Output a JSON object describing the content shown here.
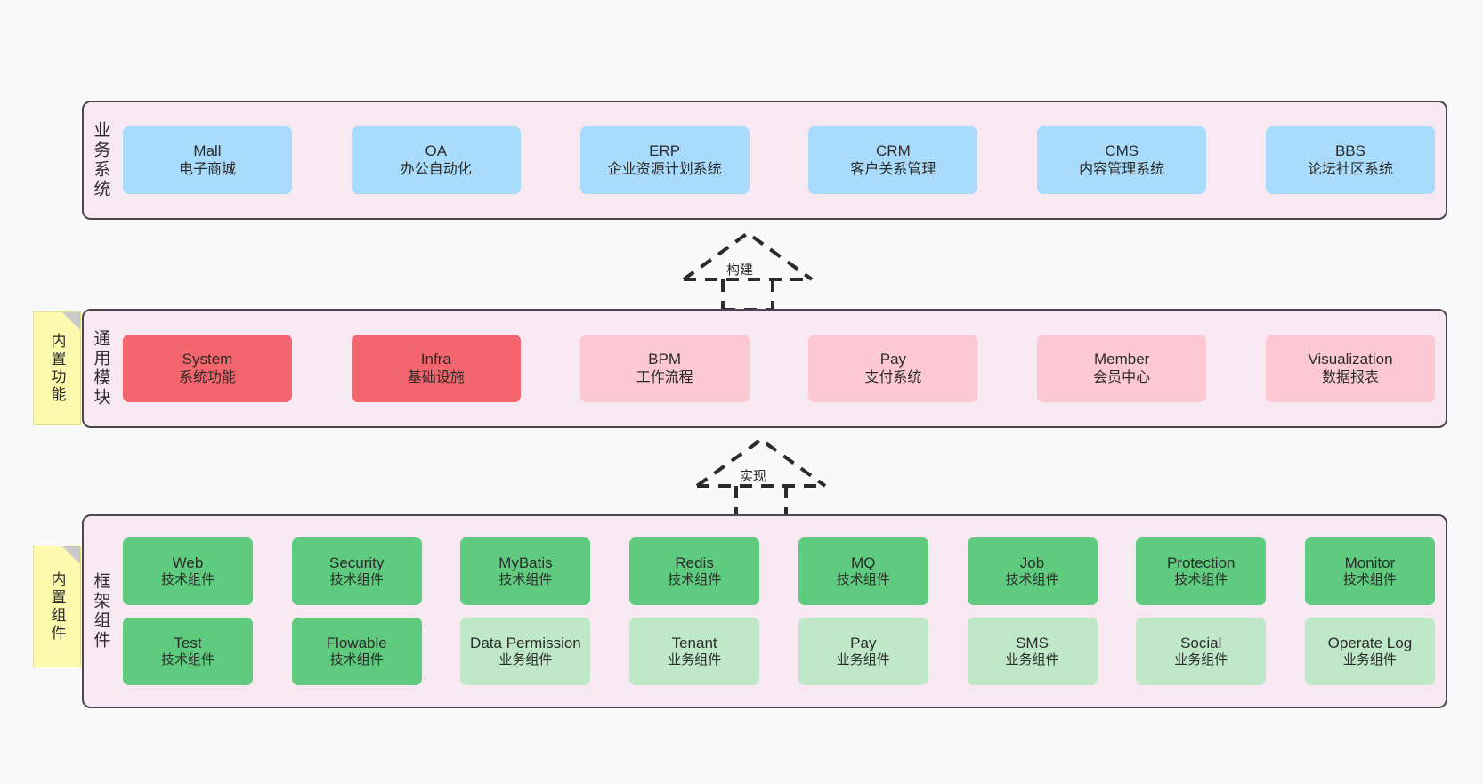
{
  "diagram": {
    "title_hidden": "",
    "layers": [
      {
        "id": "business",
        "title": "业务系统",
        "rows": [
          {
            "cards": [
              {
                "t1": "Mall",
                "t2": "电子商城"
              },
              {
                "t1": "OA",
                "t2": "办公自动化"
              },
              {
                "t1": "ERP",
                "t2": "企业资源计划系统"
              },
              {
                "t1": "CRM",
                "t2": "客户关系管理"
              },
              {
                "t1": "CMS",
                "t2": "内容管理系统"
              },
              {
                "t1": "BBS",
                "t2": "论坛社区系统"
              }
            ]
          }
        ]
      },
      {
        "id": "modules",
        "title": "通用模块",
        "rows": [
          {
            "cards": [
              {
                "t1": "System",
                "t2": "系统功能"
              },
              {
                "t1": "Infra",
                "t2": "基础设施"
              },
              {
                "t1": "BPM",
                "t2": "工作流程"
              },
              {
                "t1": "Pay",
                "t2": "支付系统"
              },
              {
                "t1": "Member",
                "t2": "会员中心"
              },
              {
                "t1": "Visualization",
                "t2": "数据报表"
              }
            ]
          }
        ]
      },
      {
        "id": "framework",
        "title": "框架组件",
        "rows": [
          {
            "cards": [
              {
                "t1": "Web",
                "t2": "技术组件"
              },
              {
                "t1": "Security",
                "t2": "技术组件"
              },
              {
                "t1": "MyBatis",
                "t2": "技术组件"
              },
              {
                "t1": "Redis",
                "t2": "技术组件"
              },
              {
                "t1": "MQ",
                "t2": "技术组件"
              },
              {
                "t1": "Job",
                "t2": "技术组件"
              },
              {
                "t1": "Protection",
                "t2": "技术组件"
              },
              {
                "t1": "Monitor",
                "t2": "技术组件"
              }
            ]
          },
          {
            "cards": [
              {
                "t1": "Test",
                "t2": "技术组件"
              },
              {
                "t1": "Flowable",
                "t2": "技术组件"
              },
              {
                "t1": "Data Permission",
                "t2": "业务组件"
              },
              {
                "t1": "Tenant",
                "t2": "业务组件"
              },
              {
                "t1": "Pay",
                "t2": "业务组件"
              },
              {
                "t1": "SMS",
                "t2": "业务组件"
              },
              {
                "t1": "Social",
                "t2": "业务组件"
              },
              {
                "t1": "Operate Log",
                "t2": "业务组件"
              }
            ]
          }
        ]
      }
    ],
    "notes": [
      {
        "id": "note-modules",
        "label": "内置功能"
      },
      {
        "id": "note-framework",
        "label": "内置组件"
      }
    ],
    "arrows": [
      {
        "id": "arrow-build",
        "label": "构建"
      },
      {
        "id": "arrow-realize",
        "label": "实现"
      }
    ],
    "colors": {
      "container_bg": "#f8e8f2",
      "container_border": "#4a4550",
      "business_card": "#a9dcfc",
      "module_primary": "#f4666e",
      "module_secondary": "#fcc9d2",
      "framework_tech": "#5fcb7f",
      "framework_business": "#bfe8c8",
      "note_bg": "#fdfaad",
      "note_fold": "#c9c9c9",
      "page_bg": "#f9f9f9",
      "text": "#2b2b2b"
    }
  }
}
